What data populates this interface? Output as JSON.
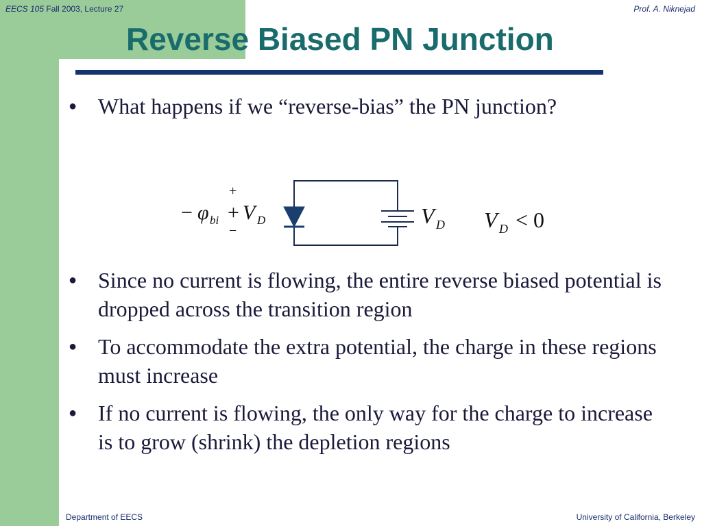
{
  "header": {
    "course": "EECS 105",
    "term": "Fall 2003, Lecture 27",
    "author": "Prof. A. Niknejad"
  },
  "title": "Reverse Biased PN Junction",
  "bullets_top": [
    "What happens if we “reverse-bias” the PN junction?"
  ],
  "circuit": {
    "diode_label_minus": "−",
    "diode_label_phi": "φ",
    "diode_label_phi_sub": "bi",
    "diode_label_plus": "+",
    "diode_label_V": "V",
    "diode_label_V_sub": "D",
    "plus_sign": "+",
    "minus_sign": "−",
    "source_label_V": "V",
    "source_label_V_sub": "D",
    "condition_V": "V",
    "condition_V_sub": "D",
    "condition_rest": "< 0"
  },
  "bullets_bottom": [
    "Since no current is flowing, the entire reverse biased potential is dropped across the transition region",
    "To accommodate the extra potential, the charge in these regions must increase",
    "If no current is flowing, the only way for the charge to increase is to grow (shrink) the depletion regions"
  ],
  "footer": {
    "left": "Department of EECS",
    "right": "University of California, Berkeley"
  },
  "colors": {
    "sidebar_green": "#99cc99",
    "title_teal": "#1a6b6b",
    "rule_navy": "#14326e"
  }
}
